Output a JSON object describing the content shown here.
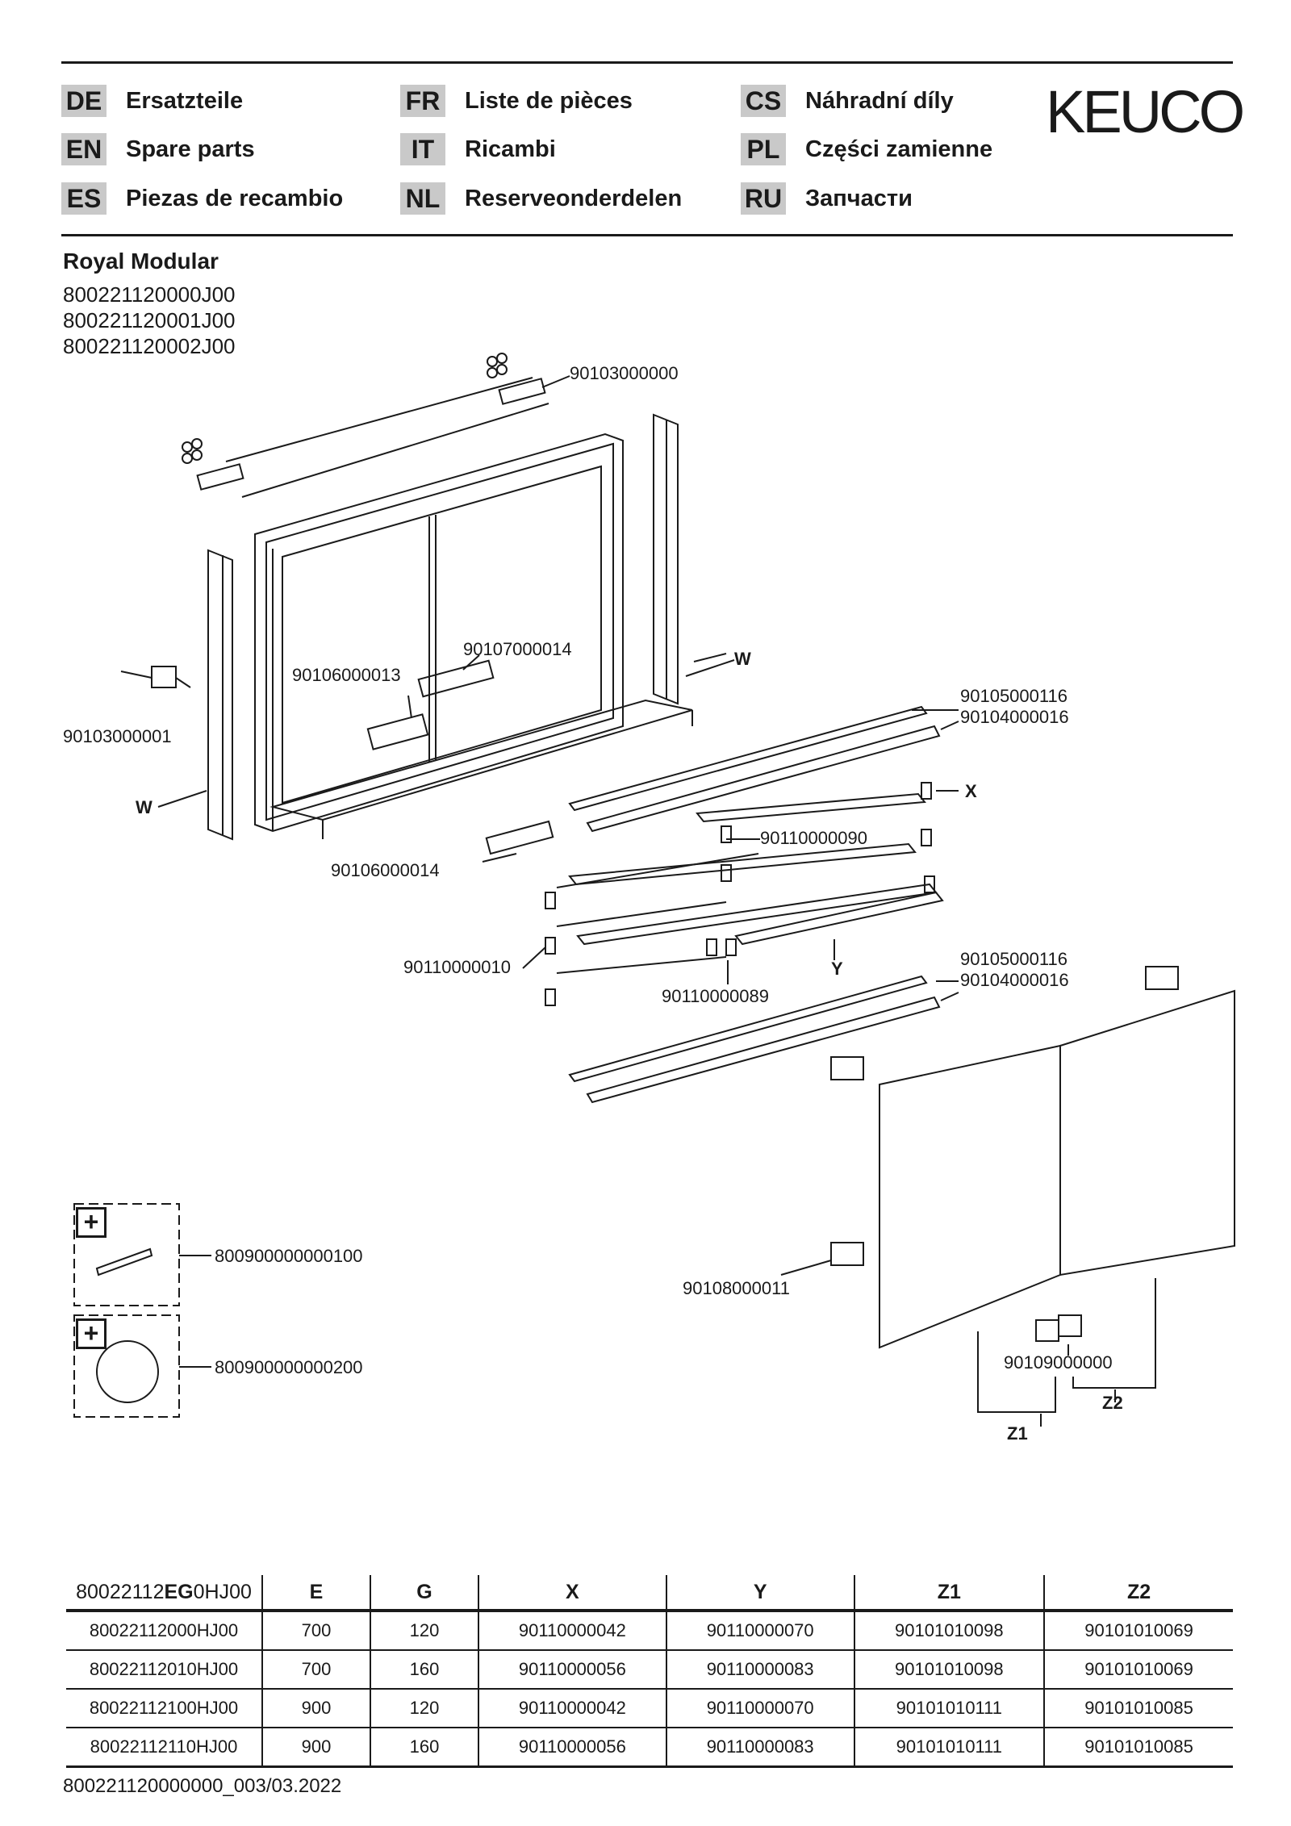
{
  "header": {
    "languages": [
      {
        "code": "DE",
        "name": "Ersatzteile"
      },
      {
        "code": "EN",
        "name": "Spare parts"
      },
      {
        "code": "ES",
        "name": "Piezas de recambio"
      },
      {
        "code": "FR",
        "name": "Liste de pièces"
      },
      {
        "code": "IT",
        "name": "Ricambi"
      },
      {
        "code": "NL",
        "name": "Reserveonderdelen"
      },
      {
        "code": "CS",
        "name": "Náhradní díly"
      },
      {
        "code": "PL",
        "name": "Części zamienne"
      },
      {
        "code": "RU",
        "name": "Запчасти"
      }
    ],
    "logo": "KEUCO"
  },
  "product": {
    "title": "Royal Modular",
    "articles": [
      "800221120000J00",
      "800221120001J00",
      "800221120002J00"
    ]
  },
  "callouts": {
    "c1": "90103000000",
    "c2": "90107000014",
    "c3": "90106000013",
    "c4": "90103000001",
    "c5": "90105000116",
    "c6": "90104000016",
    "c7": "90110000090",
    "c8": "90106000014",
    "c9": "90110000010",
    "c10": "90110000089",
    "c11": "90105000116",
    "c12": "90104000016",
    "c13": "800900000000100",
    "c14": "800900000000200",
    "c15": "90108000011",
    "c16": "90109000000"
  },
  "letters": {
    "w1": "W",
    "w2": "W",
    "x": "X",
    "y": "Y",
    "z1": "Z1",
    "z2": "Z2"
  },
  "plus_symbol": "+",
  "table": {
    "header_prefix": "80022112",
    "header_bold": "EG",
    "header_suffix": "0HJ00",
    "columns": [
      "E",
      "G",
      "X",
      "Y",
      "Z1",
      "Z2"
    ],
    "rows": [
      [
        "80022112000HJ00",
        "700",
        "120",
        "90110000042",
        "90110000070",
        "90101010098",
        "90101010069"
      ],
      [
        "80022112010HJ00",
        "700",
        "160",
        "90110000056",
        "90110000083",
        "90101010098",
        "90101010069"
      ],
      [
        "80022112100HJ00",
        "900",
        "120",
        "90110000042",
        "90110000070",
        "90101010111",
        "90101010085"
      ],
      [
        "80022112110HJ00",
        "900",
        "160",
        "90110000056",
        "90110000083",
        "90101010111",
        "90101010085"
      ]
    ]
  },
  "footer": "800221120000000_003/03.2022"
}
